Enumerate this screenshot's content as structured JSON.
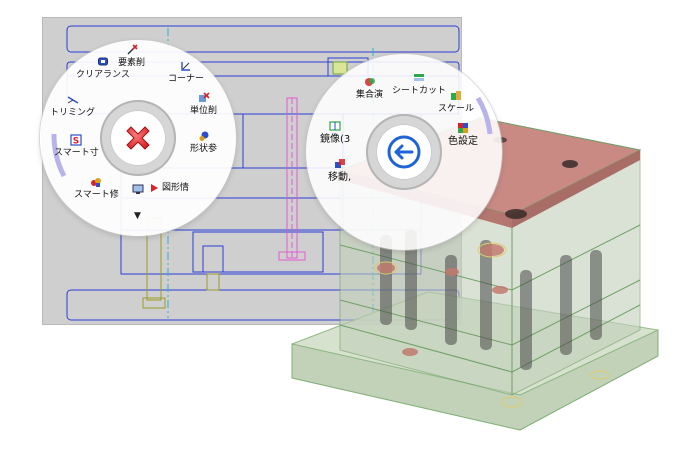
{
  "left_menu": {
    "items": [
      {
        "id": "clearance",
        "label": "クリアランス",
        "icon": "clearance-icon"
      },
      {
        "id": "delete-element",
        "label": "要素削",
        "icon": "delete-element-icon"
      },
      {
        "id": "corner",
        "label": "コーナー",
        "icon": "corner-icon"
      },
      {
        "id": "delete-unit",
        "label": "単位削",
        "icon": "delete-unit-icon"
      },
      {
        "id": "shape-ref",
        "label": "形状参",
        "icon": "shape-reference-icon"
      },
      {
        "id": "shape-info",
        "label": "図形情",
        "icon": "shape-info-icon"
      },
      {
        "id": "smart-repair",
        "label": "スマート修",
        "icon": "smart-repair-icon"
      },
      {
        "id": "smart-dim",
        "label": "スマート寸",
        "icon": "smart-dimension-icon"
      },
      {
        "id": "trimming",
        "label": "トリミング",
        "icon": "trimming-icon"
      }
    ],
    "center_icon": "close-icon",
    "more_indicator": "▼"
  },
  "right_menu": {
    "items": [
      {
        "id": "set-operation",
        "label": "集合演",
        "icon": "set-operation-icon"
      },
      {
        "id": "sheet-cut",
        "label": "シートカット",
        "icon": "sheet-cut-icon"
      },
      {
        "id": "scale",
        "label": "スケール",
        "icon": "scale-icon"
      },
      {
        "id": "color-setting",
        "label": "色設定",
        "icon": "color-setting-icon"
      },
      {
        "id": "mirror",
        "label": "鏡像(3",
        "icon": "mirror-icon"
      },
      {
        "id": "move",
        "label": "移動,",
        "icon": "move-icon"
      }
    ],
    "center_icon": "back-arrow-icon"
  },
  "colors": {
    "cad_background": "#cfcfcf",
    "cad_line": "#2a3cd6",
    "cad_highlight": "#e35bd1",
    "cad_center_line": "#2ab0c8",
    "model_top": "#c98a84",
    "model_body": "#c9d6c0",
    "model_edge": "#79a872",
    "close_red": "#d9232a",
    "back_blue": "#1f63d6",
    "menu_accent": "#b9b3ec"
  }
}
